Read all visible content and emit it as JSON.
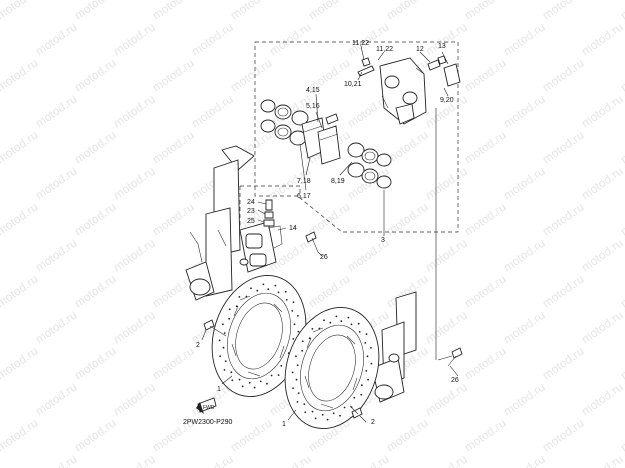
{
  "watermark": {
    "text": "motod.ru"
  },
  "diagram_code": "2PW2300-P290",
  "direction_badge": "FWD",
  "callouts": {
    "c1a": "1",
    "c1b": "1",
    "c2a": "2",
    "c2b": "2",
    "c3": "3",
    "c4_15": "4,15",
    "c5_16": "5,16",
    "c6_17": "6,17",
    "c7_18": "7,18",
    "c8_19": "8,19",
    "c9_20": "9,20",
    "c10_21": "10,21",
    "c11_22a": "11,22",
    "c11_22b": "11,22",
    "c12": "12",
    "c13": "13",
    "c14": "14",
    "c23": "23",
    "c24": "24",
    "c25": "25",
    "c26a": "26",
    "c26b": "26"
  }
}
